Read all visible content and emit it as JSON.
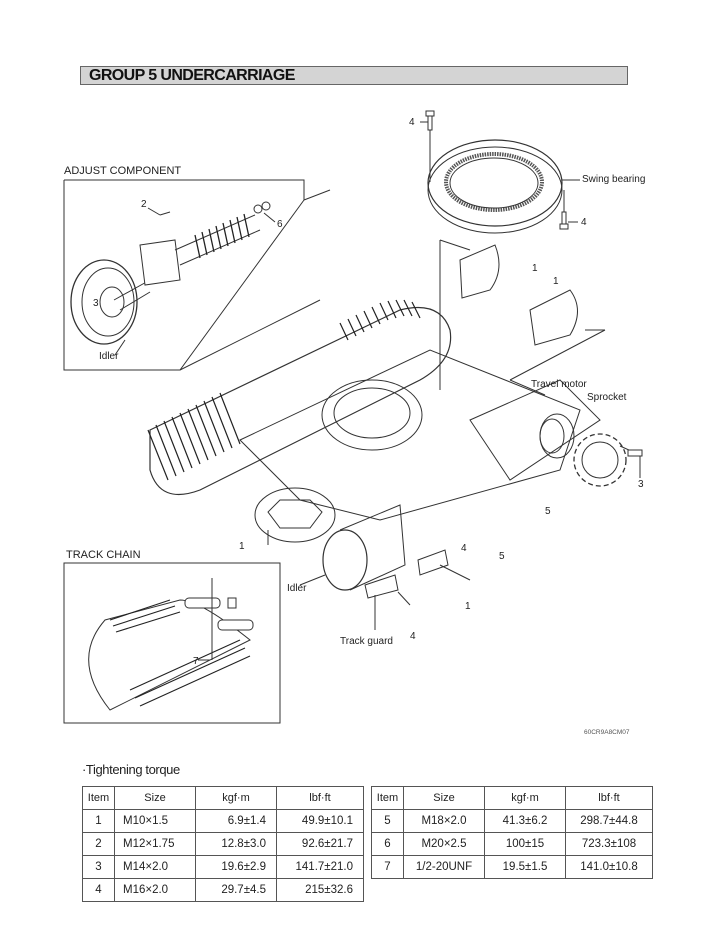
{
  "header": {
    "title": "GROUP 5 UNDERCARRIAGE"
  },
  "diagram": {
    "sections": {
      "adjust_component": "ADJUST COMPONENT",
      "track_chain": "TRACK CHAIN"
    },
    "labels": {
      "swing_bearing": "Swing bearing",
      "idler_adjust": "Idler",
      "travel_motor": "Travel motor",
      "sprocket": "Sprocket",
      "idler_main": "Idler",
      "track_guard": "Track guard"
    },
    "callouts": [
      {
        "id": "c4a",
        "text": "4"
      },
      {
        "id": "c4b",
        "text": "4"
      },
      {
        "id": "c2",
        "text": "2"
      },
      {
        "id": "c6",
        "text": "6"
      },
      {
        "id": "c3a",
        "text": "3"
      },
      {
        "id": "c1a",
        "text": "1"
      },
      {
        "id": "c1b",
        "text": "1"
      },
      {
        "id": "c3b",
        "text": "3"
      },
      {
        "id": "c5a",
        "text": "5"
      },
      {
        "id": "c4c",
        "text": "4"
      },
      {
        "id": "c5b",
        "text": "5"
      },
      {
        "id": "c1c",
        "text": "1"
      },
      {
        "id": "c1d",
        "text": "1"
      },
      {
        "id": "c4d",
        "text": "4"
      },
      {
        "id": "c7",
        "text": "7"
      }
    ],
    "drawing_code": "60CR9A8CM07"
  },
  "torque": {
    "title": "·Tightening torque",
    "headers": [
      "Item",
      "Size",
      "kgf·m",
      "lbf·ft"
    ],
    "table_left": [
      [
        "1",
        "M10×1.5",
        "6.9±1.4",
        "49.9±10.1"
      ],
      [
        "2",
        "M12×1.75",
        "12.8±3.0",
        "92.6±21.7"
      ],
      [
        "3",
        "M14×2.0",
        "19.6±2.9",
        "141.7±21.0"
      ],
      [
        "4",
        "M16×2.0",
        "29.7±4.5",
        "215±32.6"
      ]
    ],
    "table_right": [
      [
        "5",
        "M18×2.0",
        "41.3±6.2",
        "298.7±44.8"
      ],
      [
        "6",
        "M20×2.5",
        "100±15",
        "723.3±108"
      ],
      [
        "7",
        "1/2-20UNF",
        "19.5±1.5",
        "141.0±10.8"
      ]
    ]
  }
}
